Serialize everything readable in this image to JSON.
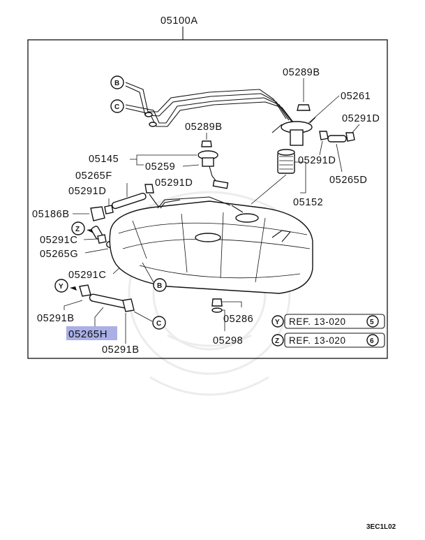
{
  "assembly_code": "05100A",
  "footer_code": "3EC1L02",
  "parts": {
    "p05289B_top": "05289B",
    "p05261": "05261",
    "p05291D_right": "05291D",
    "p05289B_mid": "05289B",
    "p05145": "05145",
    "p05259": "05259",
    "p05291D_mid_right": "05291D",
    "p05265D": "05265D",
    "p05265F": "05265F",
    "p05291D_mid": "05291D",
    "p05291D_left": "05291D",
    "p05152": "05152",
    "p05186B": "05186B",
    "p05291C_top": "05291C",
    "p05265G": "05265G",
    "p05291C_bottom": "05291C",
    "p05291B_left": "05291B",
    "p05265H": "05265H",
    "p05291B_bottom": "05291B",
    "p05286": "05286",
    "p05298": "05298"
  },
  "callouts": {
    "b_top": "B",
    "c_top": "C",
    "z": "Z",
    "b_tank": "B",
    "y": "Y",
    "c_bottom": "C"
  },
  "references": [
    {
      "letter": "Y",
      "text": "REF. 13-020",
      "num": "5"
    },
    {
      "letter": "Z",
      "text": "REF. 13-020",
      "num": "6"
    }
  ],
  "highlight_color": "#aab0e6"
}
